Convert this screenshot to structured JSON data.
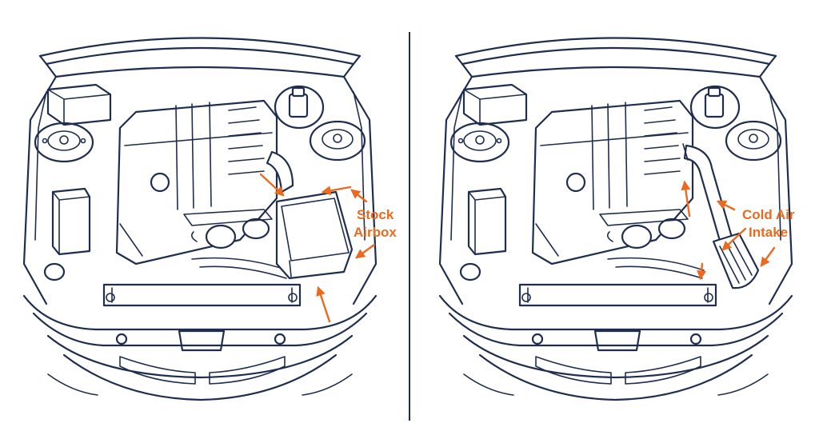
{
  "labels": {
    "left_line1": "Stock",
    "left_line2": "Airbox",
    "right_line1": "Cold Air",
    "right_line2": "Intake"
  },
  "colors": {
    "line": "#1f2d4f",
    "accent": "#ec6a1e",
    "background": "#ffffff"
  }
}
